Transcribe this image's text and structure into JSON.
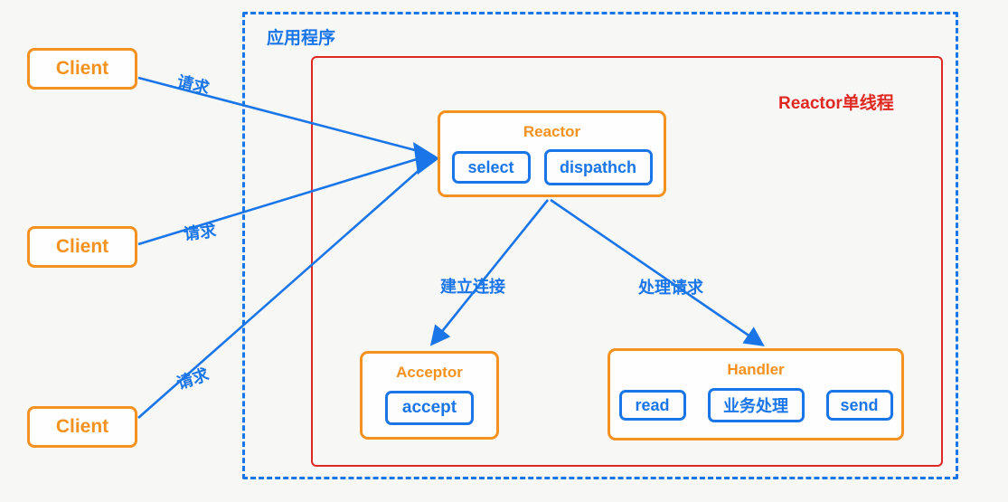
{
  "colors": {
    "accent_orange": "#f5911e",
    "accent_blue": "#1a76e8",
    "accent_red": "#e02822",
    "background": "#f7f7f5"
  },
  "clients": [
    {
      "label": "Client"
    },
    {
      "label": "Client"
    },
    {
      "label": "Client"
    }
  ],
  "arrows": {
    "request_labels": [
      "请求",
      "请求",
      "请求"
    ],
    "establish_connection_label": "建立连接",
    "handle_request_label": "处理请求"
  },
  "application": {
    "label": "应用程序"
  },
  "reactor_thread": {
    "label": "Reactor单线程"
  },
  "nodes": {
    "reactor": {
      "title": "Reactor",
      "ops": [
        "select",
        "dispathch"
      ]
    },
    "acceptor": {
      "title": "Acceptor",
      "ops": [
        "accept"
      ]
    },
    "handler": {
      "title": "Handler",
      "ops": [
        "read",
        "业务处理",
        "send"
      ]
    }
  }
}
